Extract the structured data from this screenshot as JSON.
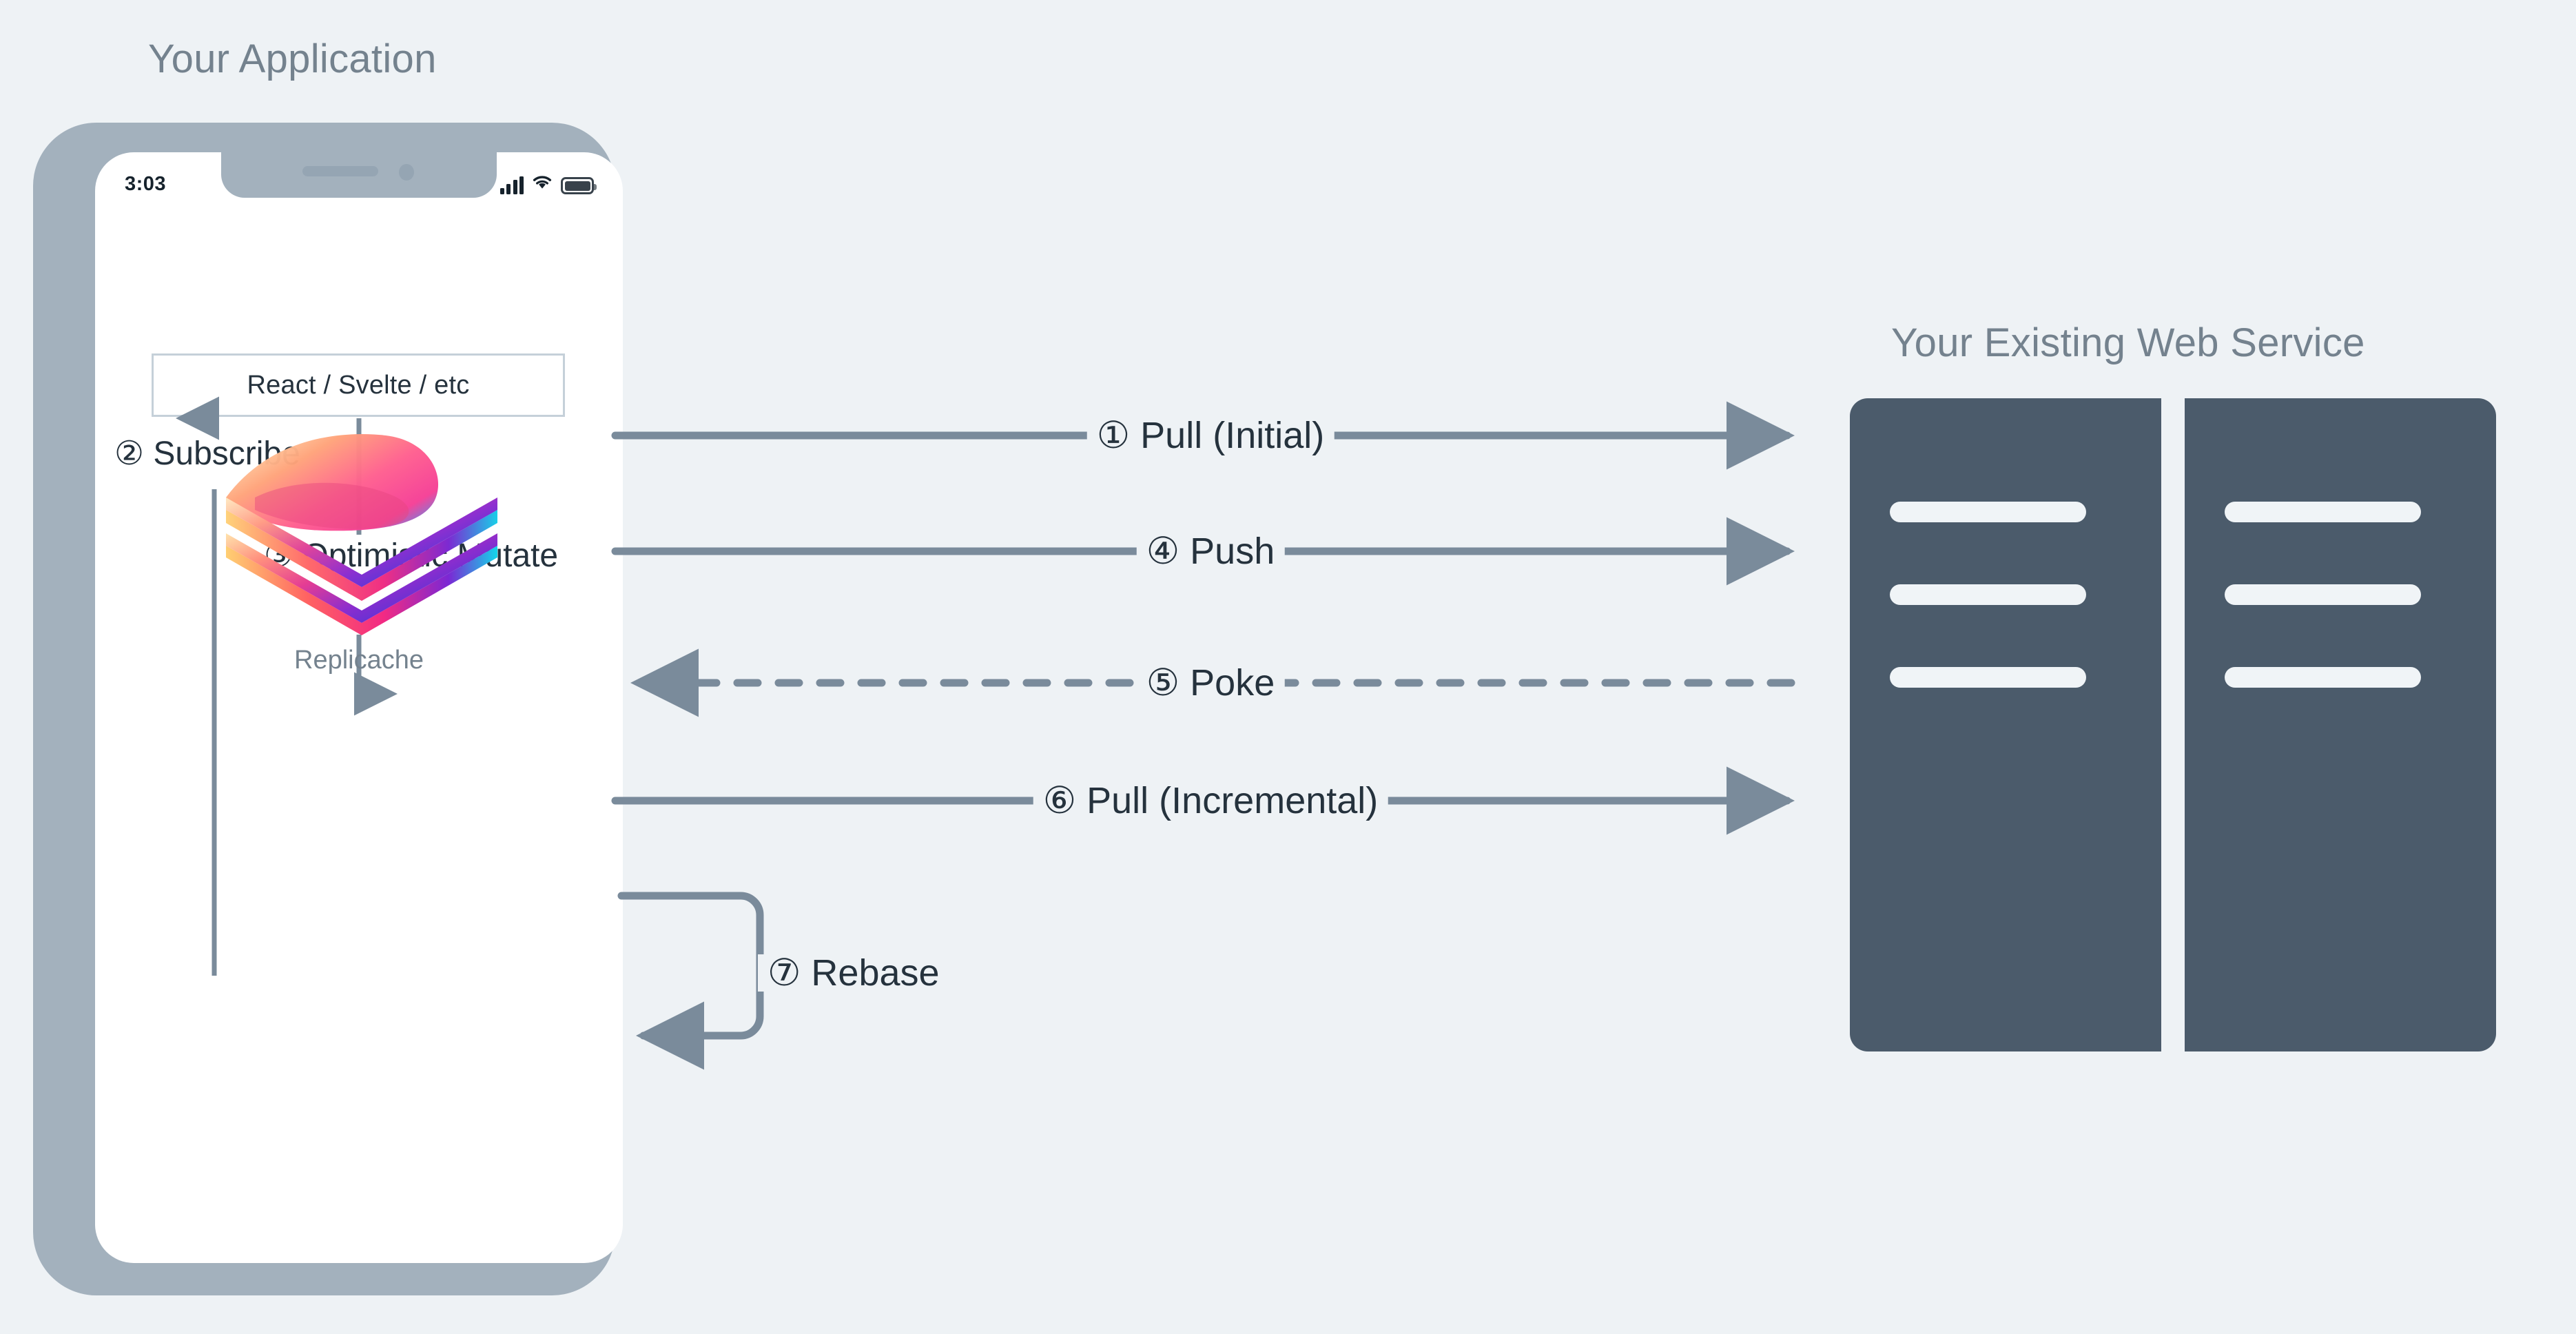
{
  "colors": {
    "background": "#eef2f5",
    "title_text": "#74828e",
    "label_text": "#25323d",
    "phone_frame": "#a3b1bd",
    "phone_screen": "#ffffff",
    "arrow": "#7a8b9b",
    "server_body": "#4b5b6b",
    "server_bar": "#f0f4f7",
    "box_border": "#c5d0d9"
  },
  "app": {
    "title": "Your Application",
    "phone": {
      "status_bar": {
        "time": "3:03",
        "icons": [
          "signal-bars-icon",
          "wifi-icon",
          "battery-icon"
        ]
      },
      "ui_box": {
        "label": "React / Svelte / etc"
      },
      "datastore": {
        "logo": "replicache-layers-logo",
        "label": "Replicache"
      },
      "steps": [
        {
          "number": "②",
          "label": "Subscribe",
          "direction": "up"
        },
        {
          "number": "③",
          "label": "Optimistic Mutate",
          "direction": "down"
        }
      ]
    }
  },
  "service": {
    "title": "Your Existing Web Service",
    "panels": [
      {
        "bars": 3
      },
      {
        "bars": 3
      }
    ]
  },
  "flows": [
    {
      "number": "①",
      "label": "Pull (Initial)",
      "text": "① Pull (Initial)",
      "style": "solid",
      "direction": "right"
    },
    {
      "number": "④",
      "label": "Push",
      "text": "④ Push",
      "style": "solid",
      "direction": "right"
    },
    {
      "number": "⑤",
      "label": "Poke",
      "text": "⑤ Poke",
      "style": "dashed",
      "direction": "left"
    },
    {
      "number": "⑥",
      "label": "Pull (Incremental)",
      "text": "⑥ Pull (Incremental)",
      "style": "solid",
      "direction": "right"
    },
    {
      "number": "⑦",
      "label": "Rebase",
      "text": "⑦ Rebase",
      "style": "solid",
      "direction": "loop-left"
    }
  ],
  "phone_steps": {
    "subscribe": "② Subscribe",
    "optimistic_mutate": "③ Optimistic Mutate"
  }
}
